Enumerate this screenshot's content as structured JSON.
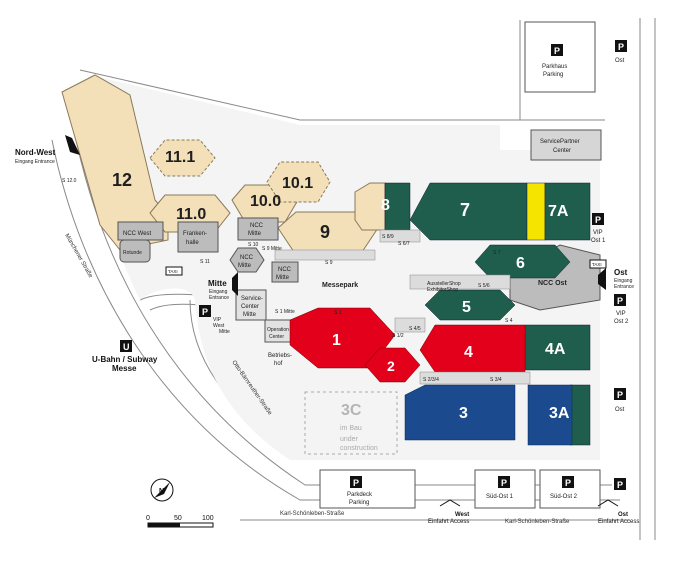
{
  "halls": {
    "h12": "12",
    "h11_1": "11.1",
    "h11_0": "11.0",
    "h10_0": "10.0",
    "h10_1": "10.1",
    "h9": "9",
    "h8": "8",
    "h7": "7",
    "h7a": "7A",
    "h6": "6",
    "h5": "5",
    "h4": "4",
    "h4a": "4A",
    "h1": "1",
    "h2": "2",
    "h3": "3",
    "h3a": "3A",
    "h3c": "3C"
  },
  "labels": {
    "nord_west": "Nord-West",
    "nord_west_sub": "Eingang  Entrance",
    "mitte": "Mitte",
    "mitte_sub1": "Eingang",
    "mitte_sub2": "Entrance",
    "ost": "Ost",
    "ost_sub1": "Eingang",
    "ost_sub2": "Entrance",
    "ncc_west": "NCC West",
    "rotunde": "Rotunde",
    "frankenhalle_1": "Franken-",
    "frankenhalle_2": "halle",
    "ncc_mitte_a1": "NCC",
    "ncc_mitte_a2": "Mitte",
    "ncc_mitte_b1": "NCC",
    "ncc_mitte_b2": "Mitte",
    "ncc_mitte_c1": "NCC",
    "ncc_mitte_c2": "Mitte",
    "ncc_ost": "NCC Ost",
    "messepark": "Messepark",
    "service_center_1": "Service-",
    "service_center_2": "Center",
    "service_center_3": "Mitte",
    "operation_center_1": "Operation",
    "operation_center_2": "Center",
    "betriebshof_1": "Betriebs-",
    "betriebshof_2": "hof",
    "servicepartner_1": "ServicePartner",
    "servicepartner_2": "Center",
    "ausstellershop_1": "AusstellerShop",
    "ausstellershop_2": "ExhibitorShop",
    "im_bau": "im Bau",
    "under_1": "under",
    "under_2": "construction",
    "parkhaus_1": "Parkhaus",
    "parkhaus_2": "Parking",
    "parkdeck_1": "Parkdeck",
    "parkdeck_2": "Parking",
    "sued_ost_1": "Süd-Ost 1",
    "sued_ost_2": "Süd-Ost 2",
    "vip_ost1_1": "VIP",
    "vip_ost1_2": "Ost 1",
    "vip_ost2_1": "VIP",
    "vip_ost2_2": "Ost 2",
    "vip_mitte_1": "VIP",
    "vip_mitte_2": "West",
    "vip_mitte_3": "Mitte",
    "ubahn_1": "U-Bahn / Subway",
    "ubahn_2": "Messe",
    "ost_p_top": "Ost",
    "ost_p_right": "Ost",
    "taxi": "TAXI",
    "muenchener": "Münchener Straße",
    "otto_braeutigam": "Otto-Bärnreuther-Straße",
    "karl_1": "Karl-Schönleben-Straße",
    "karl_2": "Karl-Schönleben-Straße",
    "west_access_1": "West",
    "west_access_2": "Einfahrt  Access",
    "ost_access_1": "Ost",
    "ost_access_2": "Einfahrt  Access",
    "u_sign": "U",
    "p_sign": "P"
  },
  "passages": {
    "s12": "S 12.0",
    "s11": "S 11",
    "s10": "S 10",
    "s9m": "S 9 Mitte",
    "s9": "S 9",
    "s89": "S 8/9",
    "s67": "S 6/7",
    "s7": "S 7",
    "s56": "S 5/6",
    "s4": "S 4",
    "s45": "S 4/5",
    "s12b": "S 1/2",
    "s1": "S 1",
    "s1m": "S 1 Mitte",
    "s234": "S 2/3/4",
    "s34": "S 3/4"
  },
  "scale": {
    "s0": "0",
    "s50": "50",
    "s100": "100"
  },
  "compass": "N",
  "colors": {
    "beige": "#f3dfb8",
    "green": "#1f5e4c",
    "red": "#e2001a",
    "blue": "#1b4a8e",
    "gray": "#bcbcbc",
    "yellow": "#f5e300"
  }
}
